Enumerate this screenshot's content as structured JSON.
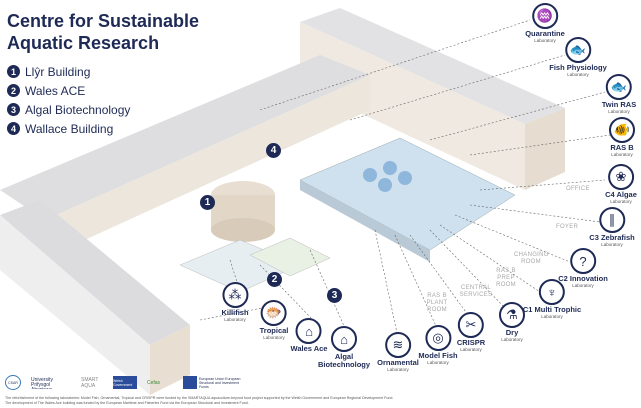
{
  "title": "Centre for Sustainable Aquatic Research",
  "legend": [
    {
      "num": "1",
      "label": "Llŷr Building"
    },
    {
      "num": "2",
      "label": "Wales ACE"
    },
    {
      "num": "3",
      "label": "Algal Biotechnology"
    },
    {
      "num": "4",
      "label": "Wallace Building"
    }
  ],
  "labs": [
    {
      "name": "Quarantine",
      "sub": "Laboratory",
      "icon": "quarantine-icon",
      "glyph": "♒"
    },
    {
      "name": "Fish Physiology",
      "sub": "Laboratory",
      "icon": "fish-physiology-icon",
      "glyph": "🐟"
    },
    {
      "name": "Twin RAS",
      "sub": "Laboratory",
      "icon": "twin-ras-icon",
      "glyph": "🐟"
    },
    {
      "name": "RAS B",
      "sub": "Laboratory",
      "icon": "ras-b-icon",
      "glyph": "🐠"
    },
    {
      "name": "C4 Algae",
      "sub": "Laboratory",
      "icon": "algae-icon",
      "glyph": "❀"
    },
    {
      "name": "C3 Zebrafish",
      "sub": "Laboratory",
      "icon": "zebrafish-icon",
      "glyph": "∥"
    },
    {
      "name": "C2 Innovation",
      "sub": "Laboratory",
      "icon": "innovation-icon",
      "glyph": "?"
    },
    {
      "name": "C1 Multi Trophic",
      "sub": "Laboratory",
      "icon": "multi-trophic-icon",
      "glyph": "♆"
    },
    {
      "name": "Dry",
      "sub": "Laboratory",
      "icon": "microscope-icon",
      "glyph": "⚗"
    },
    {
      "name": "CRISPR",
      "sub": "Laboratory",
      "icon": "crispr-icon",
      "glyph": "✂"
    },
    {
      "name": "Model Fish",
      "sub": "Laboratory",
      "icon": "model-fish-icon",
      "glyph": "◎"
    },
    {
      "name": "Ornamental",
      "sub": "Laboratory",
      "icon": "ornamental-icon",
      "glyph": "≋"
    },
    {
      "name": "Algal Biotechnology",
      "sub": "",
      "icon": "greenhouse-icon",
      "glyph": "⌂"
    },
    {
      "name": "Wales Ace",
      "sub": "",
      "icon": "house-icon",
      "glyph": "⌂"
    },
    {
      "name": "Tropical",
      "sub": "Laboratory",
      "icon": "tropical-icon",
      "glyph": "🐡"
    },
    {
      "name": "Killifish",
      "sub": "Laboratory",
      "icon": "killifish-icon",
      "glyph": "⁂"
    }
  ],
  "rooms": [
    "OFFICE",
    "FOYER",
    "CHANGING ROOM",
    "RAS B PREP ROOM",
    "CENTRAL SERVICES",
    "RAS B PLANT ROOM"
  ],
  "logos": [
    "CSAR",
    "Swansea University Prifysgol Abertawe",
    "SMART AQUA",
    "Welsh Government",
    "Cefas",
    "European Union European Structural and Investment Funds"
  ],
  "footnote": [
    "The refurbishment of the following laboratories: Model Fish, Ornamental, Tropical and CRISPR were funded by the SMARTAQUA aquaculture-beyond food project supported by the Welsh Government and European Regional Development Fund.",
    "The development of The Wales Ace building was funded by the European Maritime and Fisheries Fund via the European Structural and Investment Fund."
  ],
  "colors": {
    "navy": "#1e2a55",
    "roof": "#e4e4e6",
    "wall": "#e8ded2",
    "floor": "#cfe0ef"
  }
}
